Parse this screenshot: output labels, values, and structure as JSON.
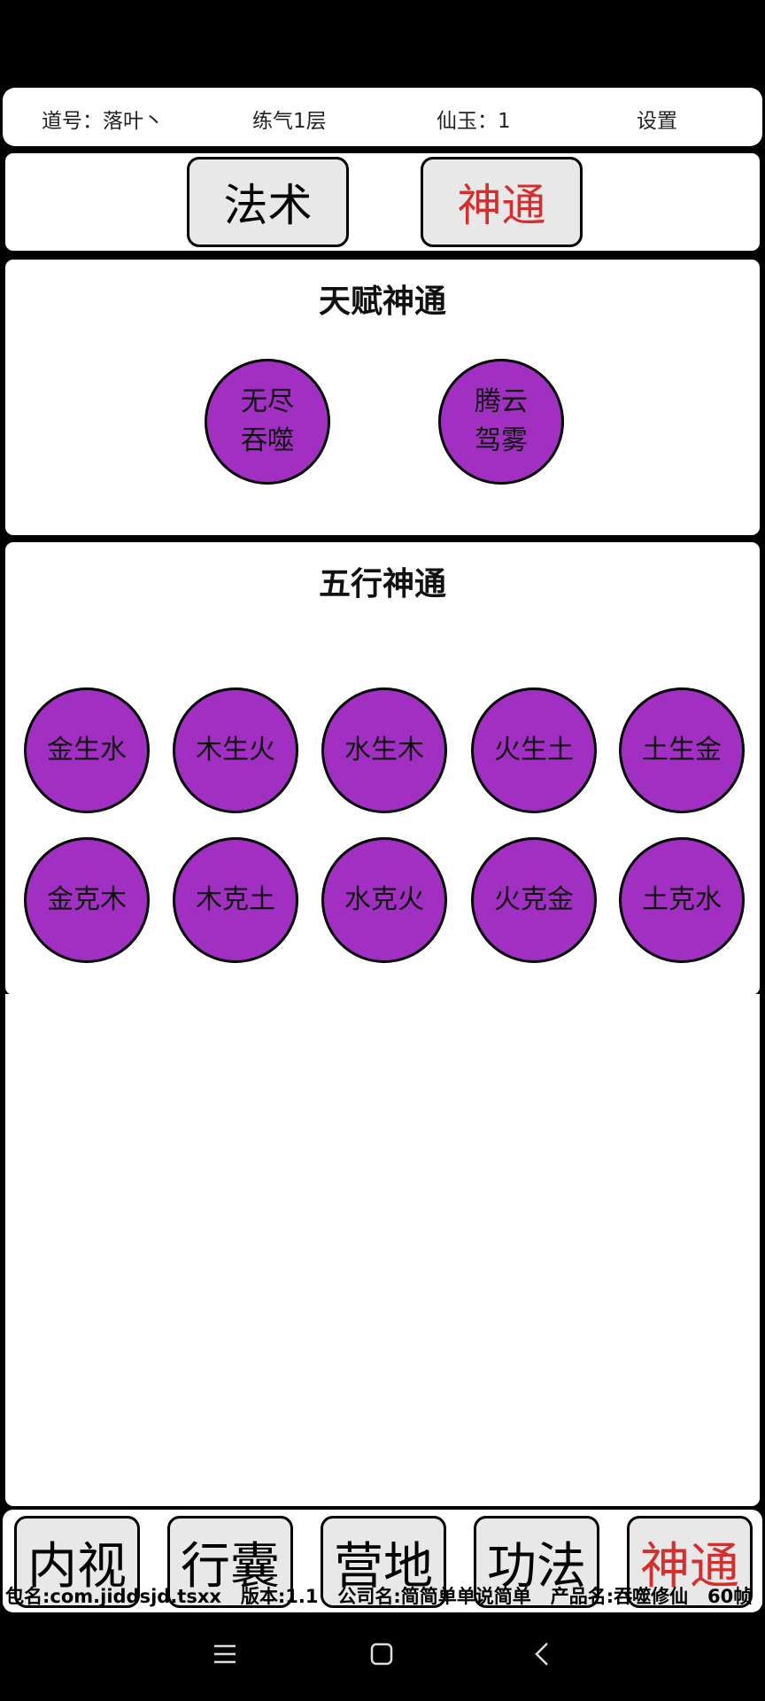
{
  "colors": {
    "purple": "#a12fc2",
    "active_red": "#d32f2f",
    "button_bg": "#e8e8e8"
  },
  "status": {
    "name": "道号：落叶丶",
    "realm": "练气1层",
    "jade": "仙玉：1",
    "settings": "设置"
  },
  "tabs": [
    {
      "label": "法术",
      "active": false
    },
    {
      "label": "神通",
      "active": true
    }
  ],
  "talent": {
    "title": "天赋神通",
    "skills": [
      {
        "line1": "无尽",
        "line2": "吞噬"
      },
      {
        "line1": "腾云",
        "line2": "驾雾"
      }
    ]
  },
  "wuxing": {
    "title": "五行神通",
    "row1": [
      "金生水",
      "木生火",
      "水生木",
      "火生土",
      "土生金"
    ],
    "row2": [
      "金克木",
      "木克土",
      "水克火",
      "火克金",
      "土克水"
    ]
  },
  "bottom_nav": [
    {
      "label": "内视",
      "active": false
    },
    {
      "label": "行囊",
      "active": false
    },
    {
      "label": "营地",
      "active": false
    },
    {
      "label": "功法",
      "active": false
    },
    {
      "label": "神通",
      "active": true
    }
  ],
  "footer": "包名:com.jiddsjd.tsxx   版本:1.1   公司名:简简单单说简单   产品名:吞噬修仙   60帧",
  "system_nav": {
    "icons": [
      "menu-icon",
      "home-icon",
      "back-icon"
    ]
  }
}
